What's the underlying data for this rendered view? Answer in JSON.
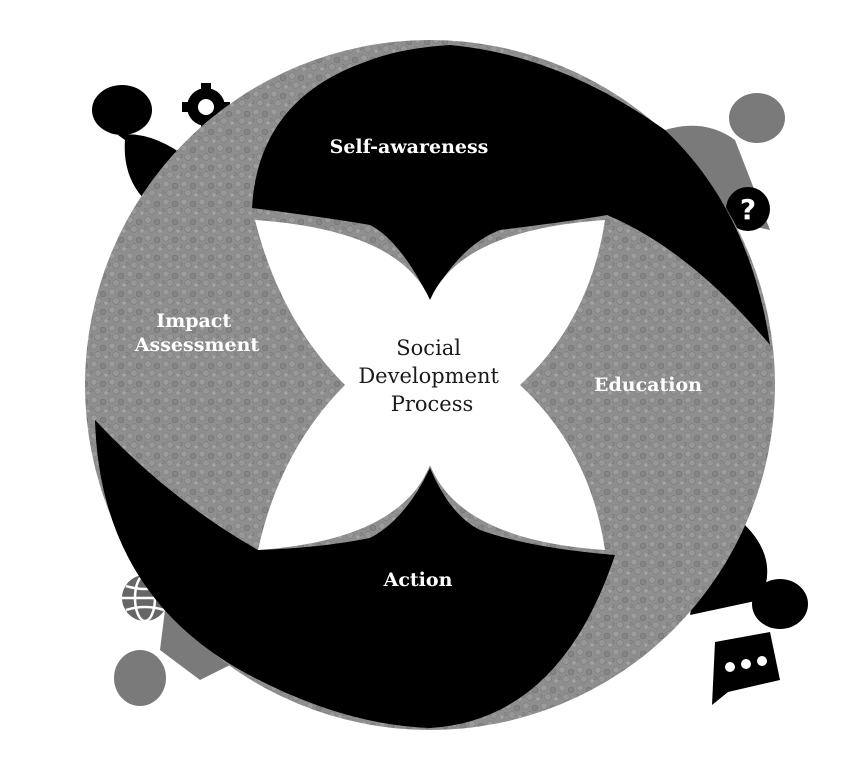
{
  "diagram": {
    "center_label": [
      "Social",
      "Development",
      "Process"
    ],
    "stages": {
      "self_awareness": "Self-awareness",
      "education": "Education",
      "action": "Action",
      "impact_assessment": [
        "Impact",
        "Assessment"
      ]
    },
    "icons": [
      "person-gear-icon",
      "person-question-icon",
      "person-chat-icon",
      "person-globe-icon"
    ],
    "colors": {
      "dark": "#000000",
      "texture_gray": "#8f8f8f",
      "light_gray": "#7a7a7a",
      "center_fill": "#ffffff"
    }
  }
}
